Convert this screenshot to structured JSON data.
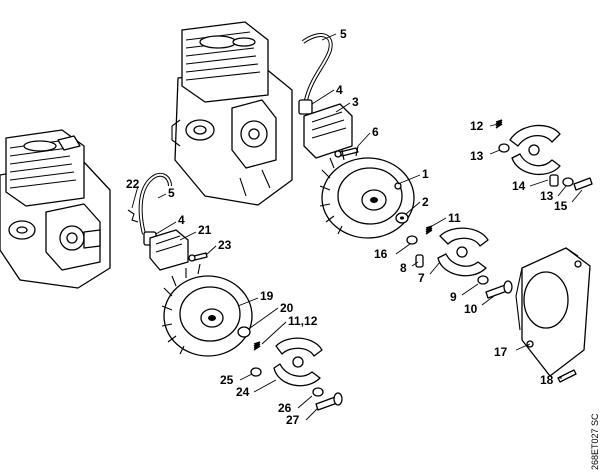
{
  "callouts": {
    "c1": "1",
    "c2": "2",
    "c3": "3",
    "c4a": "4",
    "c4b": "4",
    "c5a": "5",
    "c5b": "5",
    "c6": "6",
    "c7": "7",
    "c8": "8",
    "c9": "9",
    "c10": "10",
    "c11a": "11",
    "c11_12": "11,12",
    "c12": "12",
    "c13a": "13",
    "c13b": "13",
    "c14": "14",
    "c15": "15",
    "c16": "16",
    "c17": "17",
    "c18": "18",
    "c19": "19",
    "c20": "20",
    "c21": "21",
    "c22": "22",
    "c23": "23",
    "c24": "24",
    "c25": "25",
    "c26": "26",
    "c27": "27"
  },
  "drawing_code": "268ET027 SC"
}
